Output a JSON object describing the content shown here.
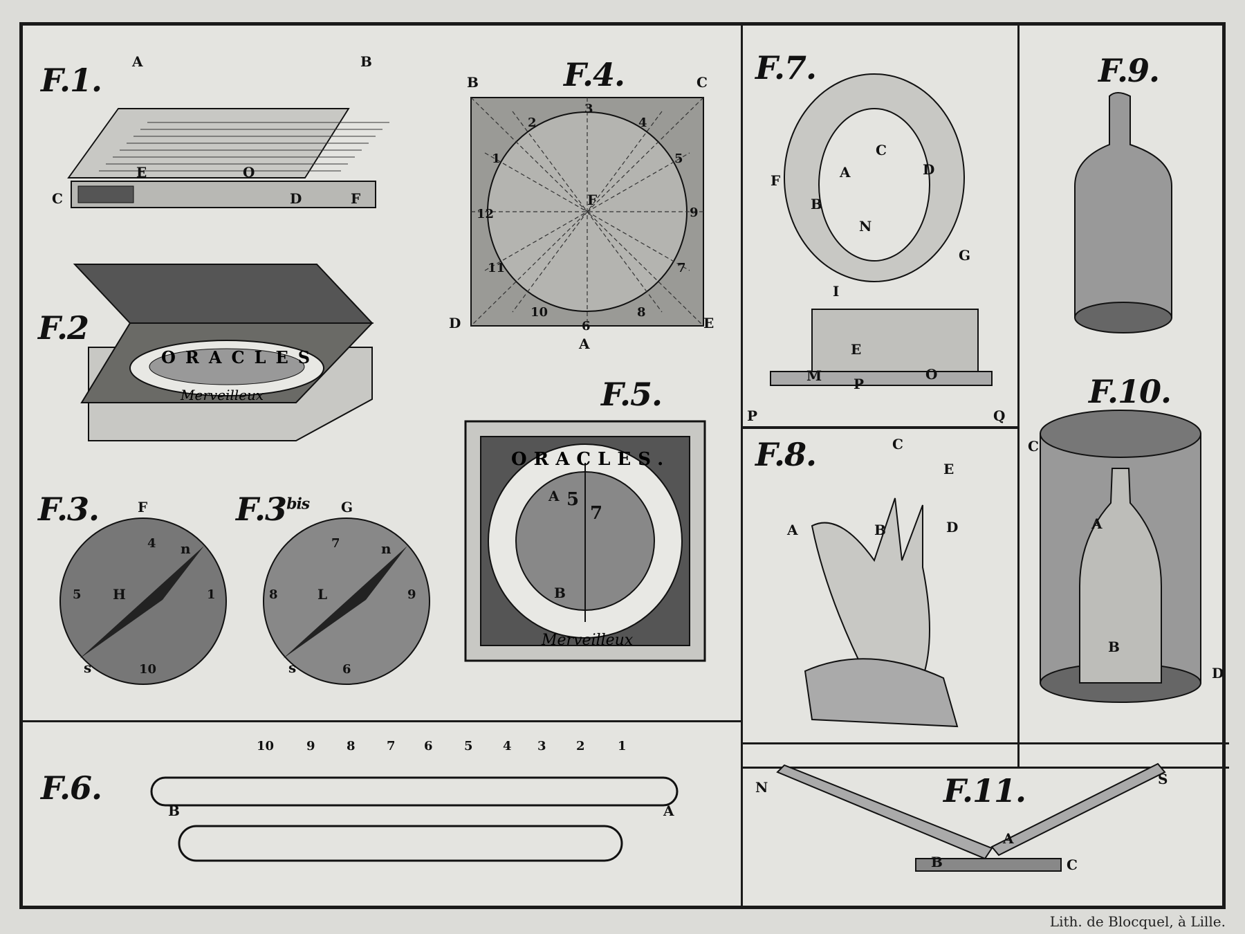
{
  "figures": {
    "f1": {
      "title": "F.1.",
      "labels": {
        "a": "A",
        "b": "B",
        "c": "C",
        "d": "D",
        "e": "E",
        "f": "F",
        "o": "O"
      }
    },
    "f2": {
      "title": "F.2",
      "ring_text": "ORACLES",
      "scroll_text": "Merveilleux"
    },
    "f3": {
      "title": "F.3.",
      "labels": {
        "f": "F",
        "h": "H",
        "n": "n",
        "s": "s"
      },
      "digits": [
        "4",
        "5",
        "1",
        "10"
      ]
    },
    "f3bis": {
      "title": "F.3",
      "sup": "bis",
      "labels": {
        "g": "G",
        "l": "L",
        "n": "n",
        "s": "s"
      },
      "digits": [
        "7",
        "8",
        "9",
        "6"
      ]
    },
    "f4": {
      "title": "F.4.",
      "labels": {
        "b": "B",
        "c": "C",
        "d": "D",
        "e": "E",
        "a": "A",
        "f": "F"
      },
      "digits": [
        "3",
        "4",
        "5",
        "9",
        "7",
        "8",
        "6",
        "10",
        "11",
        "12",
        "1",
        "2"
      ]
    },
    "f5": {
      "title": "F.5.",
      "ring_text": "ORACLES.",
      "scroll_text": "Merveilleux",
      "labels": {
        "a": "A",
        "b": "B"
      },
      "digits": [
        "5",
        "7"
      ]
    },
    "f6": {
      "title": "F.6.",
      "labels": {
        "a": "A",
        "b": "B"
      },
      "ring_numbers": [
        "10",
        "9",
        "8",
        "7",
        "6",
        "5",
        "4",
        "3",
        "2",
        "1"
      ]
    },
    "f7": {
      "title": "F.7.",
      "labels": {
        "a": "A",
        "b": "B",
        "c": "C",
        "d": "D",
        "e": "E",
        "f": "F",
        "g": "G",
        "i": "I",
        "m": "M",
        "n": "N",
        "o": "O",
        "p": "P",
        "p2": "P",
        "q": "Q"
      }
    },
    "f8": {
      "title": "F.8.",
      "labels": {
        "a": "A",
        "b": "B",
        "c": "C",
        "d": "D",
        "e": "E"
      }
    },
    "f9": {
      "title": "F.9."
    },
    "f10": {
      "title": "F.10.",
      "labels": {
        "a": "A",
        "b": "B",
        "c": "C",
        "d": "D"
      }
    },
    "f11": {
      "title": "F.11.",
      "labels": {
        "n": "N",
        "s": "S",
        "a": "A",
        "b": "B",
        "c": "C"
      }
    }
  },
  "credit": "Lith. de Blocquel, à Lille."
}
